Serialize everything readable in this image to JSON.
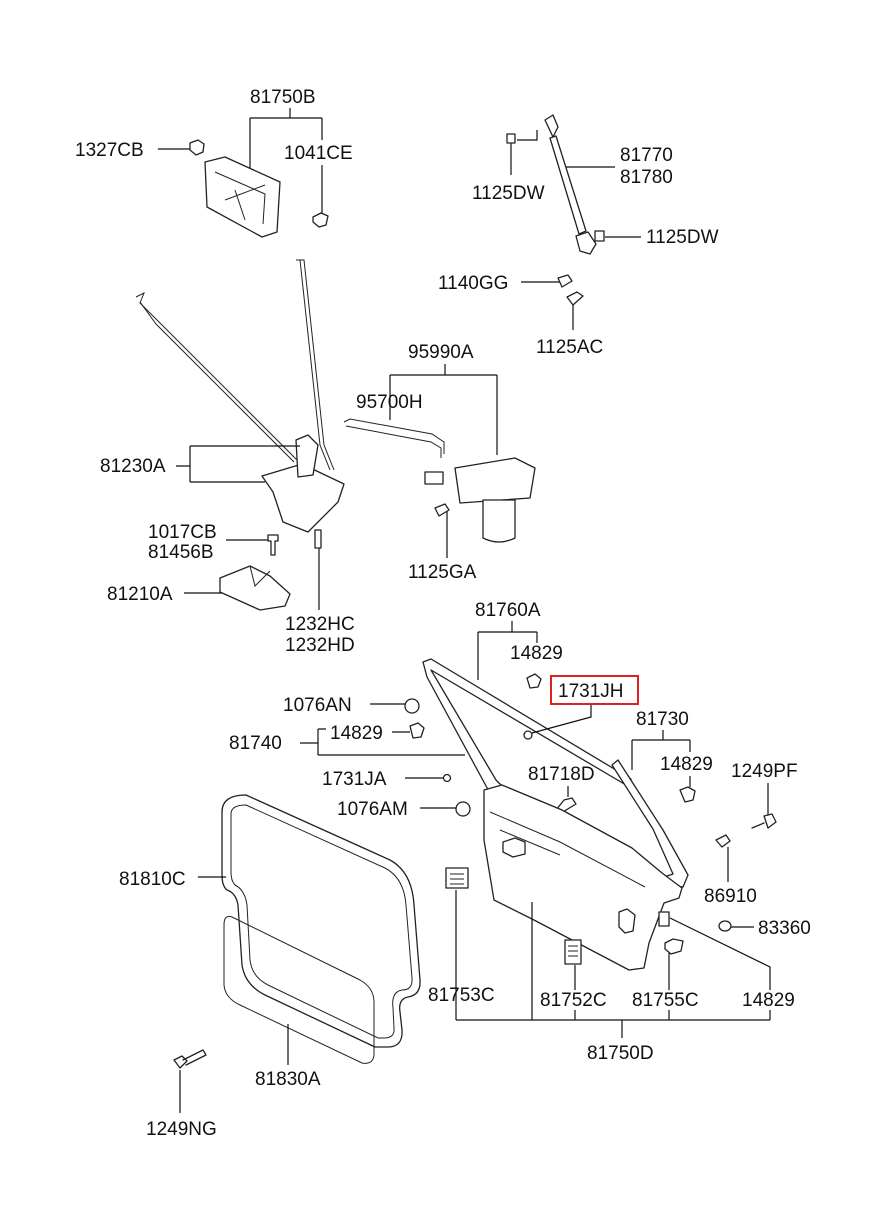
{
  "diagram": {
    "title": "Tail Gate Trim / Latch Assembly Parts Diagram",
    "highlight_color": "#e02020",
    "highlighted_part": "1731JH",
    "labels": {
      "p81750B": "81750B",
      "p1327CB": "1327CB",
      "p1041CE": "1041CE",
      "p81770": "81770",
      "p81780": "81780",
      "p1125DW_top": "1125DW",
      "p1125DW_right": "1125DW",
      "p1140GG": "1140GG",
      "p1125AC": "1125AC",
      "p95990A": "95990A",
      "p95700H": "95700H",
      "p81230A": "81230A",
      "p1125GA": "1125GA",
      "p1017CB": "1017CB",
      "p81456B": "81456B",
      "p81210A": "81210A",
      "p1232HC": "1232HC",
      "p1232HD": "1232HD",
      "p81760A": "81760A",
      "p14829_a": "14829",
      "p1731JH": "1731JH",
      "p1076AN": "1076AN",
      "p81740": "81740",
      "p14829_b": "14829",
      "p81730": "81730",
      "p14829_c": "14829",
      "p1249PF": "1249PF",
      "p1731JA": "1731JA",
      "p81718D": "81718D",
      "p1076AM": "1076AM",
      "p81810C": "81810C",
      "p86910": "86910",
      "p83360": "83360",
      "p81753C": "81753C",
      "p81752C": "81752C",
      "p81755C": "81755C",
      "p14829_d": "14829",
      "p81750D": "81750D",
      "p81830A": "81830A",
      "p1249NG": "1249NG"
    }
  }
}
